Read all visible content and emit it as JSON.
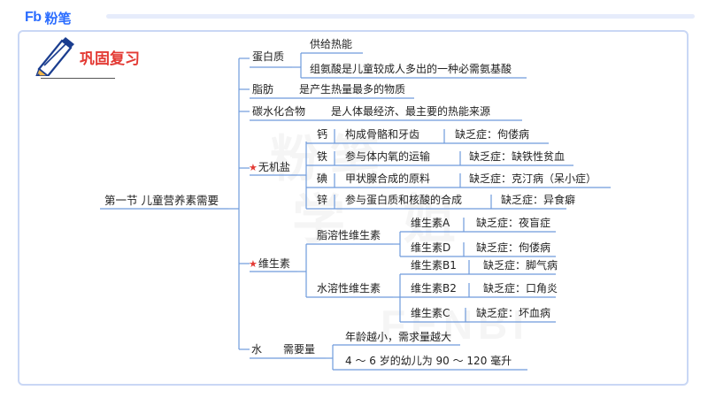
{
  "brand": {
    "logo": "Fb",
    "name": "粉笔"
  },
  "header": {
    "review_title": "巩固复习"
  },
  "watermark": {
    "line1": "粉笔",
    "line2": "学 姐",
    "line3": "FENBI"
  },
  "mindmap": {
    "root": "第一节 儿童营养素需要",
    "protein": {
      "label": "蛋白质",
      "items": [
        "供给热能",
        "组氨酸是儿童较成人多出的一种必需氨基酸"
      ]
    },
    "fat": {
      "label": "脂肪",
      "detail": "是产生热量最多的物质"
    },
    "carbohydrate": {
      "label": "碳水化合物",
      "detail": "是人体最经济、最主要的热能来源"
    },
    "minerals": {
      "label": "无机盐",
      "items": [
        {
          "name": "钙",
          "function": "构成骨骼和牙齿",
          "deficiency": "缺乏症：佝偻病"
        },
        {
          "name": "铁",
          "function": "参与体内氧的运输",
          "deficiency": "缺乏症：缺铁性贫血"
        },
        {
          "name": "碘",
          "function": "甲状腺合成的原料",
          "deficiency": "缺乏症：克汀病（呆小症）"
        },
        {
          "name": "锌",
          "function": "参与蛋白质和核酸的合成",
          "deficiency": "缺乏症：异食癖"
        }
      ]
    },
    "vitamins": {
      "label": "维生素",
      "fat_soluble": {
        "label": "脂溶性维生素",
        "items": [
          {
            "name": "维生素A",
            "deficiency": "缺乏症：夜盲症"
          },
          {
            "name": "维生素D",
            "deficiency": "缺乏症：佝偻病"
          }
        ]
      },
      "water_soluble": {
        "label": "水溶性维生素",
        "items": [
          {
            "name": "维生素B1",
            "deficiency": "缺乏症：脚气病"
          },
          {
            "name": "维生素B2",
            "deficiency": "缺乏症：口角炎"
          },
          {
            "name": "维生素C",
            "deficiency": "缺乏症：坏血病"
          }
        ]
      }
    },
    "water": {
      "label": "水",
      "requirement_label": "需要量",
      "items": [
        "年龄越小，需求量越大",
        "4 ～ 6 岁的幼儿为 90 ～ 120 毫升"
      ]
    }
  },
  "colors": {
    "line": "#6f9bdc",
    "brand": "#2a6cff",
    "review_title": "#e33a34",
    "frame": "#c9d7f5",
    "star": "#e33a34"
  },
  "icons": {
    "pencil": "pencil-icon",
    "star": "star-icon"
  }
}
